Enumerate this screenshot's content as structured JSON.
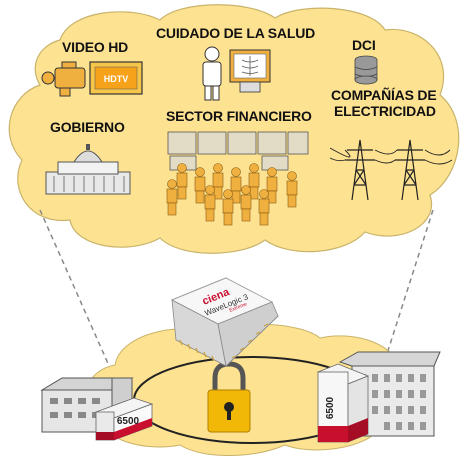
{
  "labels": {
    "video_hd": "VIDEO HD",
    "salud": "CUIDADO DE LA SALUD",
    "dci": "DCI",
    "gobierno": "GOBIERNO",
    "financiero": "SECTOR FINANCIERO",
    "electricidad_1": "COMPAÑÍAS DE",
    "electricidad_2": "ELECTRICIDAD"
  },
  "device": {
    "brand": "ciena",
    "model": "WaveLogic 3",
    "variant": "Extreme"
  },
  "nodes": {
    "left_box": "6500",
    "right_box": "6500"
  },
  "tv_label": "HDTV",
  "colors": {
    "cloud": "#fde391",
    "cloud_stroke": "#c9b36a",
    "ring": "#fde391",
    "accent_red": "#c8102e",
    "lock": "#f2b807",
    "figure": "#f0b040"
  }
}
